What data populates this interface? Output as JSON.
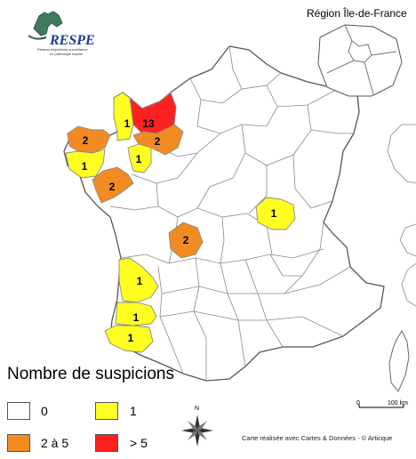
{
  "header": {
    "logo_name": "RESPE",
    "logo_subtitle": [
      "Réseau d'épidémio-surveillance",
      "en pathologie équine"
    ],
    "inset_title": "Région Île-de-France"
  },
  "legend": {
    "title": "Nombre de suspicions",
    "items": [
      {
        "label": "0",
        "color": "#ffffff"
      },
      {
        "label": "1",
        "color": "#ffff22"
      },
      {
        "label": "2 à 5",
        "color": "#f28b20"
      },
      {
        "label": "> 5",
        "color": "#ff2020"
      }
    ]
  },
  "scale": {
    "start": "0",
    "end": "100 km"
  },
  "compass": {
    "north": "N"
  },
  "credit": "Carte réalisée avec Cartes & Données - © Articque",
  "regions": [
    {
      "id": "manche",
      "value": "1",
      "category": 1,
      "color": "#ffff22"
    },
    {
      "id": "calvados",
      "value": "13",
      "category": 3,
      "color": "#ff2020"
    },
    {
      "id": "orne",
      "value": "2",
      "category": 2,
      "color": "#f28b20"
    },
    {
      "id": "cotes-d-armor",
      "value": "2",
      "category": 2,
      "color": "#f28b20"
    },
    {
      "id": "ille-et-vilaine",
      "value": "1",
      "category": 1,
      "color": "#ffff22"
    },
    {
      "id": "mayenne",
      "value": "1",
      "category": 1,
      "color": "#ffff22"
    },
    {
      "id": "loire-atlantique",
      "value": "2",
      "category": 2,
      "color": "#f28b20"
    },
    {
      "id": "cote-d-or",
      "value": "1",
      "category": 1,
      "color": "#ffff22"
    },
    {
      "id": "haute-vienne",
      "value": "2",
      "category": 2,
      "color": "#f28b20"
    },
    {
      "id": "gironde",
      "value": "1",
      "category": 1,
      "color": "#ffff22"
    },
    {
      "id": "landes",
      "value": "1",
      "category": 1,
      "color": "#ffff22"
    },
    {
      "id": "pyrenees-atlantiques",
      "value": "1",
      "category": 1,
      "color": "#ffff22"
    }
  ]
}
